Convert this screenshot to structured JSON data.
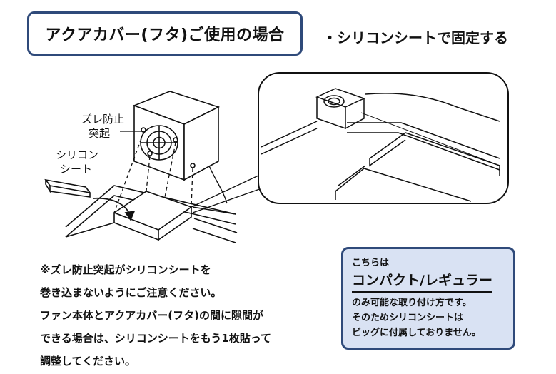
{
  "header": {
    "title": "アクアカバー(フタ)ご使用の場合",
    "subtitle": "・シリコンシートで固定する"
  },
  "illustration": {
    "label_protrusion_line1": "ズレ防止",
    "label_protrusion_line2": "突起",
    "label_silicone_line1": "シリコン",
    "label_silicone_line2": "シート"
  },
  "note": {
    "lines": [
      "※ズレ防止突起がシリコンシートを",
      "巻き込まないようにご注意ください。",
      "ファン本体とアクアカバー(フタ)の間に隙間が",
      "できる場合は、シリコンシートをもう1枚貼って",
      "調整してください。"
    ]
  },
  "info": {
    "intro": "こちらは",
    "highlight": "コンパクト/レギュラー",
    "lines": [
      "のみ可能な取り付け方です。",
      "そのためシリコンシートは",
      "ビッグに付属しておりません。"
    ]
  }
}
